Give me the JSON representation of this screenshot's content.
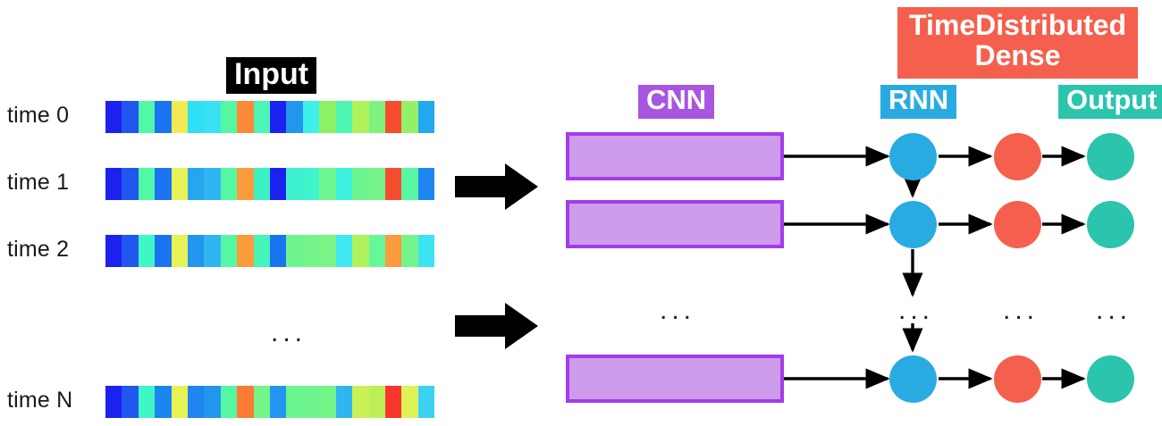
{
  "diagram": {
    "title_tags": {
      "input": "Input",
      "cnn": "CNN",
      "rnn": "RNN",
      "time_distributed_dense": "TimeDistributed\nDense",
      "output": "Output"
    },
    "colors": {
      "input_tag_bg": "#000000",
      "cnn_tag_bg": "#a855e0",
      "rnn_tag_bg": "#29abe2",
      "dense_tag_bg": "#f4604d",
      "output_tag_bg": "#2bc4ad",
      "cnn_box_fill": "#cf9ced",
      "cnn_box_border": "#a33de8",
      "rnn_node": "#29abe2",
      "dense_node": "#f4604d",
      "output_node": "#2bc4ad",
      "arrow": "#000000",
      "background": "#ffffff"
    },
    "time_labels": [
      "time 0",
      "time 1",
      "time 2",
      "time N"
    ],
    "ellipsis": "...",
    "ellipsis_positions": [
      "input-column-gap",
      "cnn-column-gap",
      "rnn-column-gap",
      "dense-column-gap",
      "output-column-gap"
    ],
    "big_arrows": 2,
    "rows": [
      {
        "time": "time 0",
        "cnn": "CNN",
        "rnn": "RNN",
        "dense": "TimeDistributed Dense",
        "output": "Output"
      },
      {
        "time": "time 1",
        "cnn": "CNN",
        "rnn": "RNN",
        "dense": "TimeDistributed Dense",
        "output": "Output"
      },
      {
        "time": "time N",
        "cnn": "CNN",
        "rnn": "RNN",
        "dense": "TimeDistributed Dense",
        "output": "Output"
      }
    ],
    "input_strips": [
      {
        "label": "time 0",
        "colors": [
          "#1b22ef",
          "#1f57ef",
          "#51f9a6",
          "#1b74ef",
          "#f2ea53",
          "#2fdff5",
          "#38e2f2",
          "#56f7a3",
          "#fb8937",
          "#4df5b4",
          "#1b22ef",
          "#2295ef",
          "#3ef0ea",
          "#8cf264",
          "#4ef5b2",
          "#aef25c",
          "#7ef27c",
          "#f84c2e",
          "#93f067",
          "#22a8ef"
        ]
      },
      {
        "label": "time 1",
        "colors": [
          "#1b22ef",
          "#1f57ef",
          "#51f9a6",
          "#1b74ef",
          "#e7f254",
          "#25a6ef",
          "#2fb6f2",
          "#56f7a3",
          "#fb9b3b",
          "#3cf2c2",
          "#1b22ef",
          "#3ef2d0",
          "#41f4cc",
          "#6ef78f",
          "#3ef2e0",
          "#6cf58f",
          "#74f489",
          "#f84c2e",
          "#58f7a2",
          "#1f86ef"
        ]
      },
      {
        "label": "time 2",
        "colors": [
          "#1b22ef",
          "#1f57ef",
          "#3ff7c4",
          "#1b74ef",
          "#e7f254",
          "#2295ef",
          "#2fb6f2",
          "#56f7a3",
          "#fb9b3b",
          "#44f4b8",
          "#1b74ef",
          "#6cf58f",
          "#74f489",
          "#7af487",
          "#3fe8f2",
          "#aef25c",
          "#65f79a",
          "#fb9b3b",
          "#74f489",
          "#3ce4f2"
        ]
      },
      {
        "label": "time N",
        "colors": [
          "#1b22ef",
          "#1f57ef",
          "#3ff7c4",
          "#1b86ef",
          "#e7f254",
          "#1f86ef",
          "#2295ef",
          "#56f7a3",
          "#fb7b33",
          "#74f489",
          "#2295ef",
          "#6cf58f",
          "#6cf58f",
          "#74f489",
          "#2fb6f2",
          "#c9f055",
          "#bdf058",
          "#f8362e",
          "#ddf356",
          "#3cd2f2"
        ]
      }
    ]
  }
}
